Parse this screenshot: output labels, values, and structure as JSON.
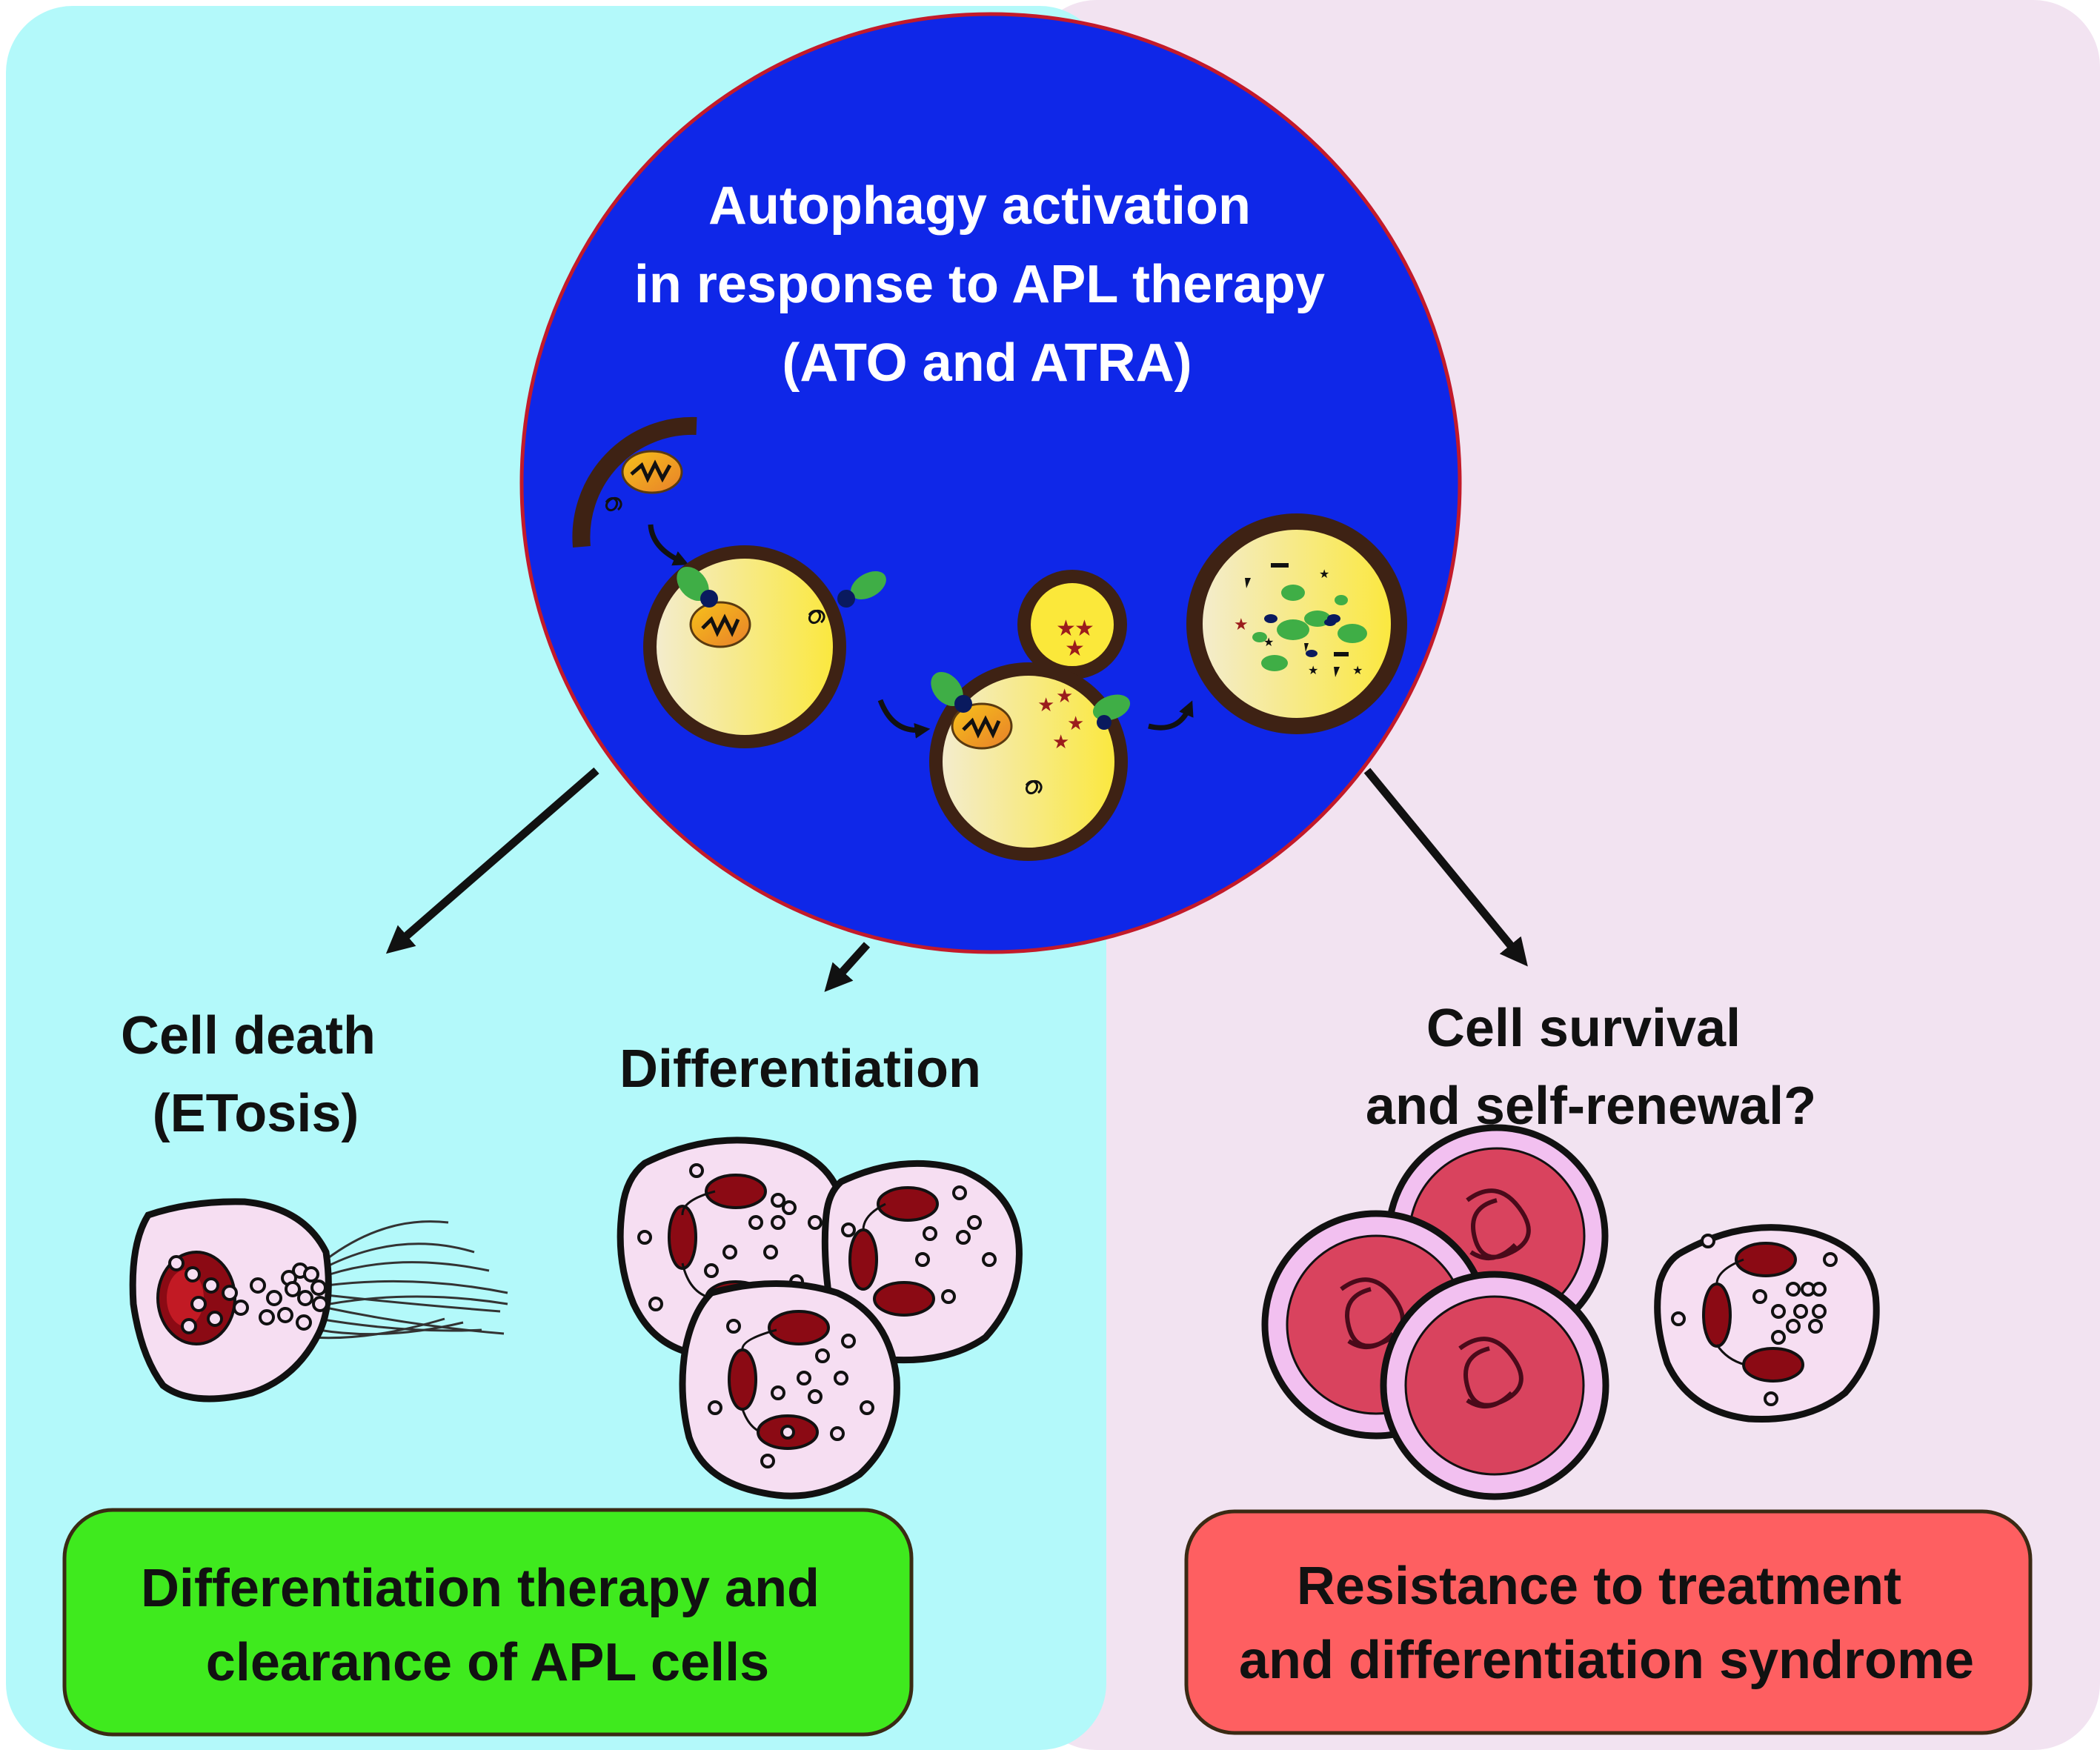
{
  "center": {
    "title_lines": [
      "Autophagy activation",
      "in response to APL therapy",
      "(ATO and ATRA)"
    ]
  },
  "outcomes": {
    "cell_death": [
      "Cell death",
      "(ETosis)"
    ],
    "differentiation": [
      "Differentiation"
    ],
    "survival": [
      "Cell survival",
      "and self-renewal?"
    ]
  },
  "results": {
    "left": [
      "Differentiation therapy and",
      "clearance of APL cells"
    ],
    "right": [
      "Resistance to treatment",
      "and differentiation syndrome"
    ]
  },
  "colors": {
    "left_panel": "#b3f9fa",
    "right_panel": "#f2e3f1",
    "center_circle": "#0f27e8",
    "left_box": "#3fea1e",
    "right_box": "#fe5f61"
  }
}
